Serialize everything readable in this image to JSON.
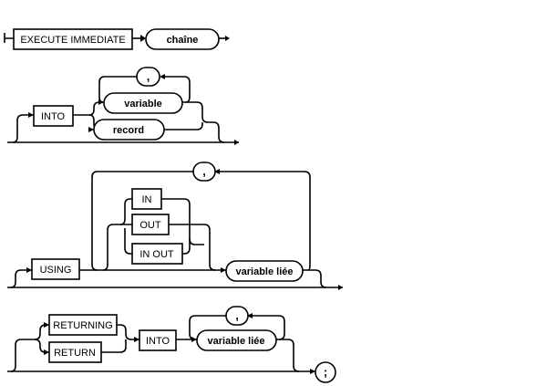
{
  "diagram": {
    "execute": {
      "keyword": "EXECUTE IMMEDIATE",
      "string": "chaîne"
    },
    "into_clause": {
      "keyword": "INTO",
      "separator": ",",
      "variable": "variable",
      "record": "record"
    },
    "using_clause": {
      "keyword": "USING",
      "separator": ",",
      "mode_in": "IN",
      "mode_out": "OUT",
      "mode_in_out": "IN OUT",
      "bind_variable": "variable liée"
    },
    "returning_clause": {
      "returning": "RETURNING",
      "return": "RETURN",
      "into": "INTO",
      "separator": ",",
      "bind_variable": "variable liée"
    },
    "terminator": ";"
  }
}
